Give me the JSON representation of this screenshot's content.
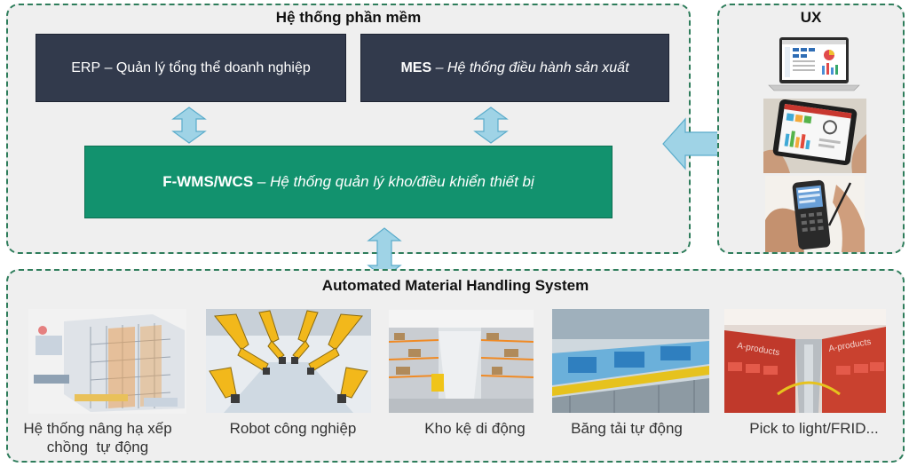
{
  "software_panel": {
    "title": "Hệ thống phần mềm",
    "erp": {
      "abbr": "ERP",
      "dash": " – ",
      "desc": "Quản lý tổng thể doanh nghiệp"
    },
    "mes": {
      "abbr": "MES",
      "dash": " – ",
      "desc": "Hệ thống điều hành sản xuất"
    },
    "fwms": {
      "abbr": "F-WMS/WCS",
      "dash": " – ",
      "desc": "Hệ thống quản lý kho/điều khiển thiết bị"
    }
  },
  "ux_panel": {
    "title": "UX",
    "devices": [
      "laptop",
      "tablet",
      "handheld-scanner"
    ]
  },
  "amhs_panel": {
    "title": "Automated Material Handling System",
    "items": [
      {
        "caption": "Hệ thống nâng hạ xếp chồng  tự động",
        "image": "asrs-image"
      },
      {
        "caption": "Robot công nghiệp",
        "image": "industrial-robot-image"
      },
      {
        "caption": "Kho kệ di động",
        "image": "mobile-rack-image"
      },
      {
        "caption": "Băng tải tự động",
        "image": "conveyor-image"
      },
      {
        "caption": "Pick to light/FRID...",
        "image": "pick-to-light-image"
      }
    ]
  },
  "colors": {
    "panel_bg": "#efefef",
    "panel_border": "#2e7d5b",
    "dark_box": "#323a4c",
    "green_box": "#12926e",
    "arrow_fill": "#9fd3e6",
    "arrow_stroke": "#5aaccb"
  }
}
